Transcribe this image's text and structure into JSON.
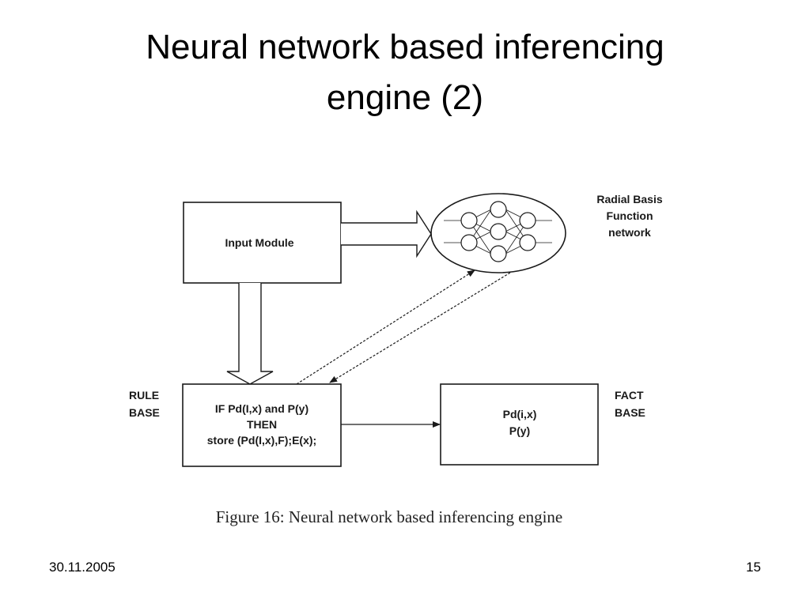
{
  "title": {
    "line1": "Neural network based inferencing",
    "line2": "engine (2)"
  },
  "diagram": {
    "input_module": {
      "label": "Input Module"
    },
    "rbf_network": {
      "label_lines": [
        "Radial Basis",
        "Function",
        "network"
      ]
    },
    "rule_base": {
      "label_lines": [
        "RULE",
        "BASE"
      ],
      "rule_lines": [
        "IF Pd(I,x) and P(y)",
        "THEN",
        "store (Pd(I,x),F);E(x);"
      ]
    },
    "fact_base": {
      "label_lines": [
        "FACT",
        "BASE"
      ],
      "fact_lines": [
        "Pd(i,x)",
        "P(y)"
      ]
    }
  },
  "caption": "Figure 16:  Neural network based inferencing engine",
  "footer": {
    "date": "30.11.2005",
    "page": "15"
  }
}
